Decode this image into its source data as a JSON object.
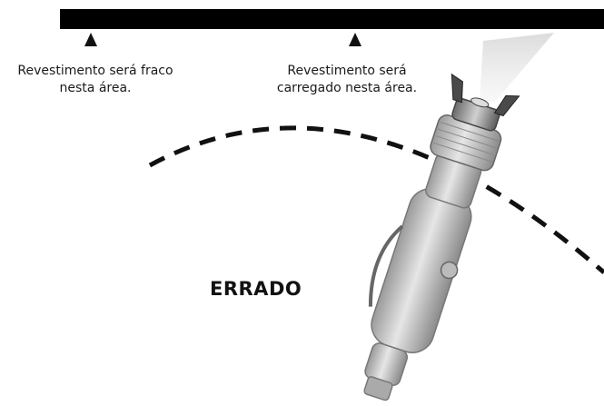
{
  "labels": {
    "left_line1": "Revestimento será fraco",
    "left_line2": "nesta área.",
    "right_line1": "Revestimento será",
    "right_line2": "carregado nesta área."
  },
  "verdict": "ERRADO"
}
